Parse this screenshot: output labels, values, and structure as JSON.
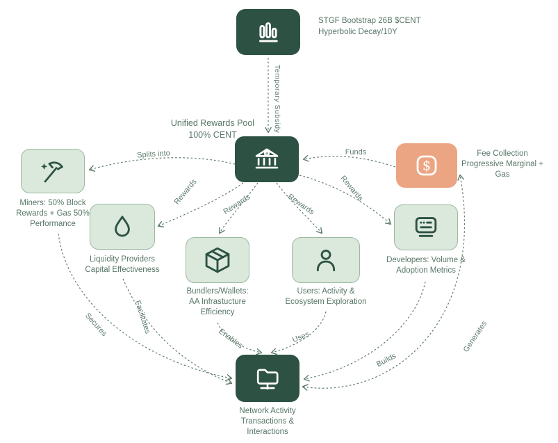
{
  "diagram_title": "Token rewards flow diagram",
  "colors": {
    "dark_green": "#2d5244",
    "light_green_fill": "#dbe8dc",
    "light_green_border": "#9cb9a3",
    "orange": "#eca583",
    "text": "#587767",
    "arrow": "#5e7c6c",
    "icon_on_dark": "#ffffff",
    "icon_on_light": "#2d5244"
  },
  "nodes": {
    "stgf": {
      "icon": "bar-chart-icon",
      "lines": [
        "STGF Bootstrap 26B $CENT",
        "Hyperbolic Decay/10Y"
      ]
    },
    "pool": {
      "icon": "bank-icon",
      "lines": [
        "Unified Rewards Pool",
        "100% CENT"
      ]
    },
    "fee": {
      "icon": "dollar-icon",
      "lines": [
        "Fee Collection",
        "Progressive Marginal +",
        "Gas"
      ]
    },
    "miners": {
      "icon": "pickaxe-icon",
      "lines": [
        "Miners: 50% Block",
        "Rewards + Gas 50%",
        "Performance"
      ]
    },
    "liquidity": {
      "icon": "droplet-icon",
      "lines": [
        "Liquidity Providers",
        "Capital Effectiveness"
      ]
    },
    "bundlers": {
      "icon": "package-icon",
      "lines": [
        "Bundlers/Wallets:",
        "AA Infrastucture",
        "Efficiency"
      ]
    },
    "users": {
      "icon": "user-icon",
      "lines": [
        "Users: Activity &",
        "Ecosystem Exploration"
      ]
    },
    "developers": {
      "icon": "terminal-icon",
      "lines": [
        "Developers: Volume &",
        "Adoption Metrics"
      ]
    },
    "network": {
      "icon": "folder-network-icon",
      "lines": [
        "Network Activity",
        "Transactions &",
        "Interactions"
      ]
    }
  },
  "edges": {
    "temporary_subsidy": "Temporary Subsidy",
    "splits_into": "Splits into",
    "funds": "Funds",
    "rewards_liquidity": "Rewards",
    "rewards_bundlers": "Rewards",
    "rewards_users": "Rewards",
    "rewards_developers": "Rewards",
    "secures": "Secures",
    "facilitates": "Facilitates",
    "enables": "Enables",
    "uses": "Uses",
    "builds": "Builds",
    "generates": "Generates"
  }
}
